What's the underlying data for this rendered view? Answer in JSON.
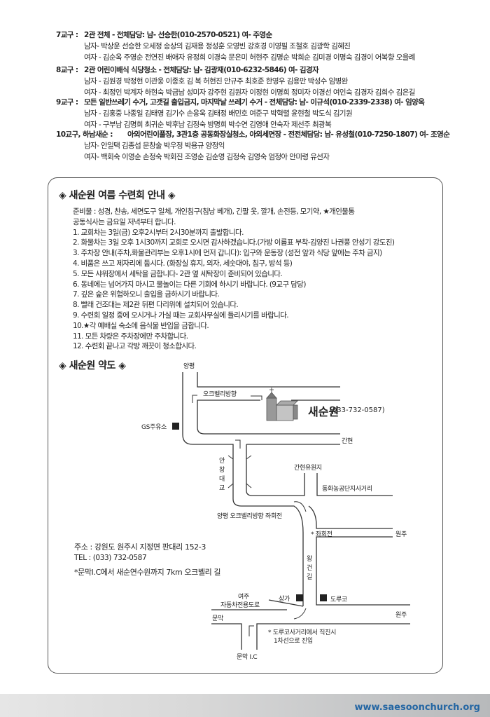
{
  "districts": [
    {
      "label": "7교구 :",
      "lines": [
        "2관 전체 - 전체담당: 남- 선승한(010-2570-0521)  여- 주영순",
        "남자- 박상운 선승한 오세정 송상의 김재용 정성훈 오영빈 강호경 이영필 조철호 김광학  김혜진",
        "여자 - 김순옥 주영순 전연진 배애자 유정희 이경숙 문은미 허현주 김명순 박희순 김미경 이명숙 김경이 어복향 오을례"
      ]
    },
    {
      "label": "8교구 :",
      "lines": [
        "2관 어린이배식 식당청소 - 전체담당: 남- 김광재(010-6232-5846)  여- 김경자",
        "남자 - 김원경 박정현 이관웅 이종호 김 복 허현진 안규주 최호준 한영우 김용만 박성수 임병완",
        "여자 - 최정인 박계자 하현숙 박금남 성미자 강주현 김원자 이정현 이명희 정미자 이경선 여인숙 김경자 김희수 김은길"
      ]
    },
    {
      "label": "9교구 :",
      "lines": [
        "모든 일반쓰레기 수거, 고갯길 출입금지, 마지막날 쓰레기 수거 - 전체담당: 남- 이규석(010-2339-2338) 여- 임양옥",
        "남자 - 김홍중 나종일 김태영 김기수 손응욱 김태정 배민호 여준구 박혁렬 윤현철 박도식 김기원",
        "여자 - 구부남 김명희 최귀순 박후남 김정숙 방명희 박수연 김영애 안숙자 제선주 최광복"
      ]
    },
    {
      "label": "10교구, 하남새순 :",
      "lines": [
        "아외어린이풀장, 3관1층 공동화장실청소, 아외세면장 - 전전체담당: 남- 유성철(010-7250-1807) 여- 조영순",
        "남자- 안일택 김종섭 문창술 박우정 박용규 양정익",
        "여자- 백회숙 이영순 손정숙 박회진 조영순 김순영 김정숙 김영숙 엄정아 안미령 유선자"
      ]
    }
  ],
  "notice": {
    "title": "◈ 새순원 여름 수련회 안내  ◈",
    "lines": [
      "준비물 : 성경, 찬송, 세면도구 일체, 개인침구(침낭 베개), 긴팔 옷, 깔개, 손전등, 모기약, ★개인물통",
      "             공동식사는 금요일 저녁부터 합니다.",
      "1. 교회차는 3일(금) 오후2시부터 2시30분까지 출발합니다.",
      "2. 화물차는 3일 오후 1시30까지 교회로 오시면 감사하겠습니다.(가방 이름표 부착-김양진 나권풍 안성기 강도진)",
      "3. 주차장 안내(주차,화물관리부는 오후1시에 먼저 갑니다): 입구와 운동장 (성전 앞과 식당 앞에는 주차 금지)",
      "4. 비품은 쓰고 제자리에 둡시다. (화장실 휴지, 의자, 세숫대야, 침구, 방석 등)",
      "5. 모든 샤워장에서 세탁을 금합니다- 2관 옆 세탁장이 준비되어 있습니다.",
      "6. 동네에는 넘어가지 마시고 물놀이는 다른 기회에 하시기 바랍니다. (9교구 담당)",
      "7. 깊은 숲은 위험하오니 출입을 금하시기 바랍니다.",
      "8. 빨래 건조대는 제2관 뒤편 다리위에 설치되어 있습니다.",
      "9. 수련회 일정 중에 오시거나 가실 때는 교회사무실에 들리시기를 바랍니다.",
      "10.★각 예배실 숙소에 음식물 반입을 금합니다.",
      "11. 모든 차량은 주차장에만 주차합니다.",
      "12. 수련회 끝나고 각방 깨끗이 청소합시다."
    ]
  },
  "map": {
    "title": "◈ 새순원 약도 ◈",
    "name": "새순원",
    "phone": "(033-732-0587)",
    "labels": {
      "yangpyeong": "양평",
      "oakvalley": "오크벨리방향",
      "gs": "GS주유소",
      "ganhyeon": "간현",
      "bridge": [
        "안",
        "창",
        "대",
        "교"
      ],
      "resort": "간현유원지",
      "donghwa": "동화농공단지사거리",
      "leftturn": "양평 오크벨리방향 좌회전",
      "jwa": "* 좌회전",
      "wonju1": "원주",
      "wanggeon": [
        "왕",
        "건",
        "길"
      ],
      "yeoju1": "여주",
      "yeoju2": "자동차전용도로",
      "shop": "상가",
      "dorco": "도루코",
      "munmak": "문막",
      "wonju2": "원주",
      "note1": "* 도루코사거리에서 직진시",
      "note2": "1차선으로 진입",
      "ic": "문막 I.C"
    },
    "address": "주소 : 강원도 원주시 지정면 판대리 152-3",
    "tel": "TEL : (033) 732-0587",
    "direction": "*문막I.C에서 새순연수원까지 7km 오크벨리 길"
  },
  "footer": {
    "url": "www.saesoonchurch.org"
  }
}
